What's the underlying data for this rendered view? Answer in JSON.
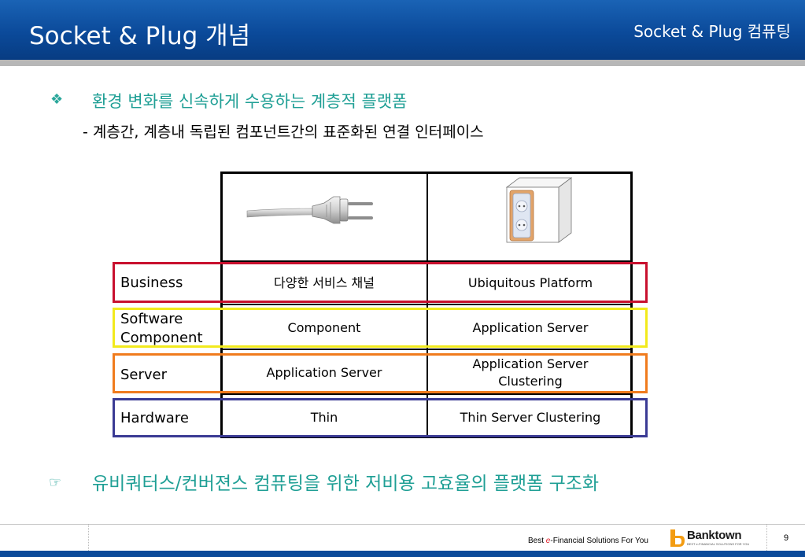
{
  "header": {
    "title": "Socket & Plug 개념",
    "subtitle": "Socket & Plug 컴퓨팅"
  },
  "content": {
    "bullet_symbol": "❖",
    "line1": "환경 변화를 신속하게 수용하는 계층적 플랫폼",
    "line2": "- 계층간, 계층내 독립된 컴포넌트간의 표준화된 연결 인터페이스",
    "bottom_symbol": "☞",
    "bottom_line": "유비쿼터스/컨버젼스 컴퓨팅을 위한 저비용 고효율의 플랫폼 구조화"
  },
  "table": {
    "rows": [
      {
        "label": "Business",
        "plug": "다양한 서비스 채널",
        "socket": "Ubiquitous Platform",
        "color": "#c8102e"
      },
      {
        "label": "Software Component",
        "plug": "Component",
        "socket": "Application Server",
        "color": "#f2ea1c"
      },
      {
        "label": "Server",
        "plug": "Application Server",
        "socket": "Application Server Clustering",
        "color": "#f07b1d"
      },
      {
        "label": "Hardware",
        "plug": "Thin",
        "socket": "Thin Server Clustering",
        "color": "#3a3a94"
      }
    ]
  },
  "footer": {
    "tagline_pre": "Best ",
    "tagline_e": "e",
    "tagline_post": "-Financial Solutions For You",
    "logo": "Banktown",
    "logo_small": "BEST e-FINANCIAL SOLUTIONS FOR YOU",
    "page_number": "9"
  },
  "colors": {
    "header_blue": "#0b4a9a",
    "accent_teal": "#1f9f95"
  }
}
